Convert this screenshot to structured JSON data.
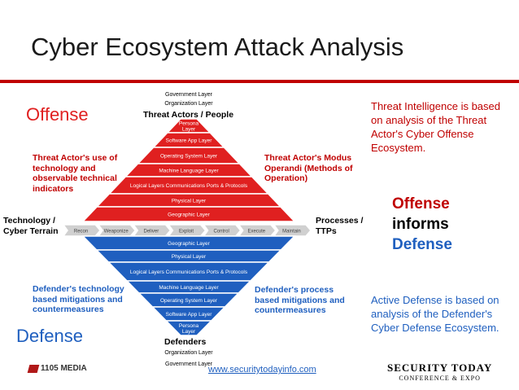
{
  "title": "Cyber Ecosystem Attack Analysis",
  "colors": {
    "red": "#e02020",
    "dark_red": "#c00000",
    "blue": "#1f5fbf",
    "chain_fill": "#d0d0d0"
  },
  "offense": {
    "heading": "Offense",
    "top_labels": [
      "Government Layer",
      "Organization Layer"
    ],
    "apex_label": "Threat Actors / People",
    "layers": [
      "Persona Layer",
      "Software App Layer",
      "Operating System Layer",
      "Machine Language Layer",
      "Logical Layers Communications Ports & Protocols",
      "Physical Layer",
      "Geographic Layer"
    ],
    "left_note": "Threat Actor's use of technology and observable technical indicators",
    "right_note": "Threat Actor's Modus Operandi (Methods of Operation)"
  },
  "kill_chain": [
    "Recon",
    "Weaponize",
    "Deliver",
    "Exploit",
    "Control",
    "Execute",
    "Maintain"
  ],
  "left_axis_label": "Technology / Cyber Terrain",
  "right_axis_label": "Processes / TTPs",
  "defense": {
    "heading": "Defense",
    "layers": [
      "Geographic Layer",
      "Physical Layer",
      "Logical Layers Communications Ports & Protocols",
      "Machine Language Layer",
      "Operating System Layer",
      "Software App Layer",
      "Persona Layer"
    ],
    "apex_label": "Defenders",
    "bottom_labels": [
      "Organization Layer",
      "Government Layer"
    ],
    "left_note": "Defender's technology based mitigations and countermeasures",
    "right_note": "Defender's process based mitigations and countermeasures"
  },
  "right_panel": {
    "threat_intel": "Threat Intelligence is based on analysis of the Threat Actor's Cyber Offense Ecosystem.",
    "informs": [
      "Offense",
      "informs",
      "Defense"
    ],
    "active_defense": "Active Defense is based on analysis of the Defender's Cyber Defense Ecosystem."
  },
  "footer": {
    "url": "www.securitytodayinfo.com",
    "logo_left": "1105 MEDIA",
    "logo_right_top": "SECURITY TODAY",
    "logo_right_bottom": "CONFERENCE & EXPO"
  }
}
